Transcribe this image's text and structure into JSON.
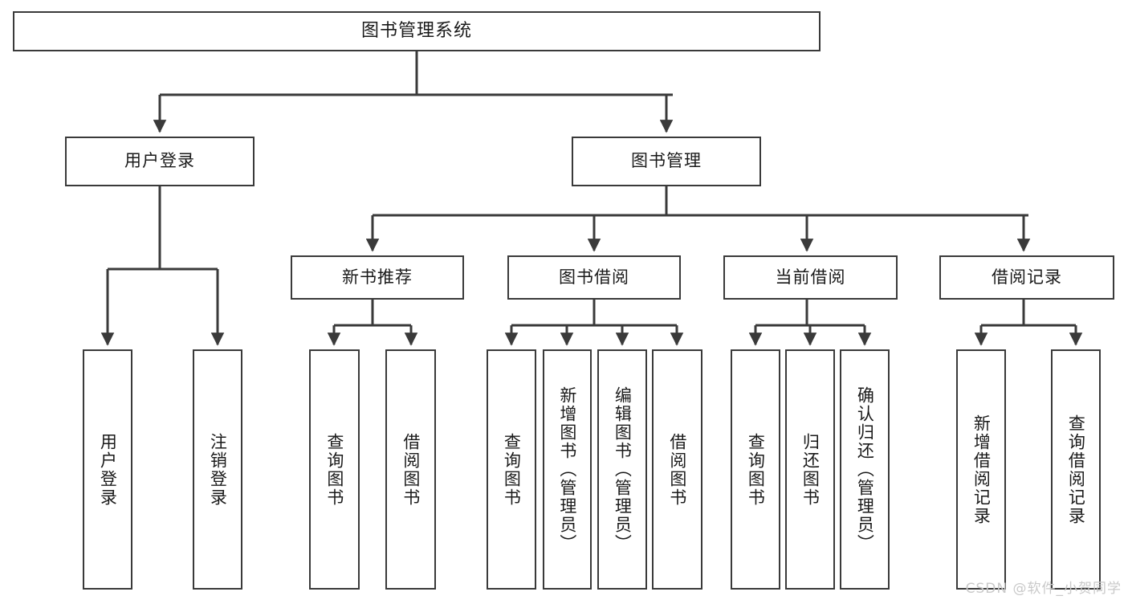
{
  "diagram": {
    "title": "图书管理系统",
    "type": "tree",
    "root": {
      "label": "图书管理系统"
    },
    "level2": [
      {
        "label": "用户登录"
      },
      {
        "label": "图书管理"
      }
    ],
    "level3": [
      {
        "label": "新书推荐"
      },
      {
        "label": "图书借阅"
      },
      {
        "label": "当前借阅"
      },
      {
        "label": "借阅记录"
      }
    ],
    "leaves": {
      "user_login": [
        {
          "label": "用户登录"
        },
        {
          "label": "注销登录"
        }
      ],
      "new_book_recommend": [
        {
          "label": "查询图书"
        },
        {
          "label": "借阅图书"
        }
      ],
      "book_borrow": [
        {
          "label": "查询图书"
        },
        {
          "label": "新增图书（管理员）"
        },
        {
          "label": "编辑图书（管理员）"
        },
        {
          "label": "借阅图书"
        }
      ],
      "current_borrow": [
        {
          "label": "查询图书"
        },
        {
          "label": "归还图书"
        },
        {
          "label": "确认归还（管理员）"
        }
      ],
      "borrow_record": [
        {
          "label": "新增借阅记录"
        },
        {
          "label": "查询借阅记录"
        }
      ]
    }
  },
  "watermark": {
    "text": "CSDN @软件_小贺同学"
  },
  "colors": {
    "stroke": "#3a3a3a",
    "box_fill": "#ffffff",
    "text": "#1a1a1a",
    "watermark": "#c9c9c9"
  }
}
